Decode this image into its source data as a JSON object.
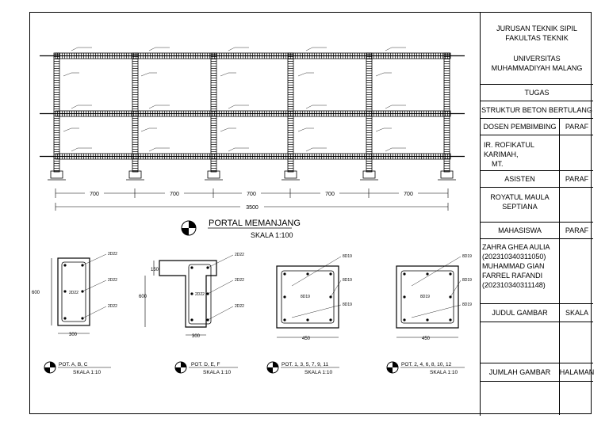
{
  "title_block": {
    "department": "JURUSAN TEKNIK SIPIL",
    "faculty": "FAKULTAS TEKNIK",
    "university_1": "UNIVERSITAS",
    "university_2": "MUHAMMADIYAH MALANG",
    "tugas_label": "TUGAS",
    "tugas_value": "STRUKTUR BETON BERTULANG",
    "dosen_label": "DOSEN PEMBIMBING",
    "paraf_1": "PARAF",
    "dosen_name_1": "IR. ROFIKATUL KARIMAH,",
    "dosen_name_2": "MT.",
    "asisten_label": "ASISTEN",
    "paraf_2": "PARAF",
    "asisten_name_1": "ROYATUL MAULA",
    "asisten_name_2": "SEPTIANA",
    "mahasiswa_label": "MAHASISWA",
    "paraf_3": "PARAF",
    "students": [
      "ZAHRA GHEA AULIA",
      "(202310340311050)",
      "MUHAMMAD GIAN",
      "FARREL RAFANDI",
      "(202310340311148)"
    ],
    "judul_label": "JUDUL GAMBAR",
    "skala_label": "SKALA",
    "jumlah_label": "JUMLAH GAMBAR",
    "halaman_label": "HALAMAN"
  },
  "portal": {
    "title": "PORTAL MEMANJANG",
    "scale": "SKALA 1:100",
    "spans": [
      "700",
      "700",
      "700",
      "700",
      "700"
    ],
    "total": "3500"
  },
  "sections": [
    {
      "label": "POT. A, B, C",
      "scale": "SKALA 1:10",
      "height": "600",
      "width": "300",
      "bars": [
        "2D22",
        "2D22",
        "2D22",
        "2D22"
      ]
    },
    {
      "label": "POT. D, E, F",
      "scale": "SKALA 1:10",
      "height": "600",
      "flange": "150",
      "width": "300",
      "bars": [
        "2D22",
        "2D22",
        "2D22",
        "2D22"
      ]
    },
    {
      "label": "POT. 1, 3, 5, 7, 9, 11",
      "scale": "SKALA 1:10",
      "width": "450",
      "bars": [
        "8D19",
        "8D19",
        "8D19",
        "8D19"
      ]
    },
    {
      "label": "POT. 2, 4, 6, 8, 10, 12",
      "scale": "SKALA 1:10",
      "width": "450",
      "bars": [
        "8D19",
        "8D19",
        "8D19",
        "8D19"
      ]
    }
  ]
}
